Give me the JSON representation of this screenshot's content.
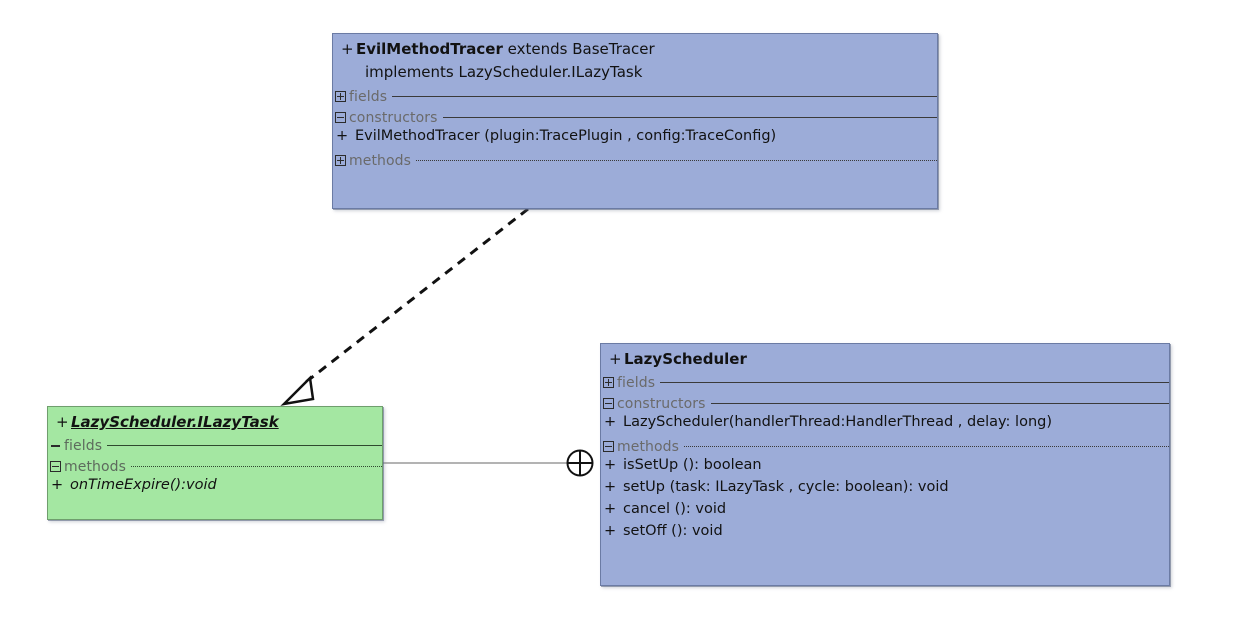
{
  "diagram": {
    "type": "uml-class-diagram",
    "background": "#ffffff",
    "colors": {
      "class_fill": "#9cacd8",
      "class_border": "#6b7ba4",
      "interface_fill": "#a4e7a2",
      "interface_border": "#6f9e6d",
      "section_label": "#6a6a6a",
      "text": "#121212",
      "association_line": "#9a9a9a",
      "realization_line": "#111111"
    }
  },
  "classes": {
    "evil_method_tracer": {
      "visibility": "+",
      "name": "EvilMethodTracer",
      "extends_text": "extends  BaseTracer",
      "implements_text": "implements  LazyScheduler.ILazyTask",
      "sections": [
        {
          "label": "fields",
          "toggle": "plus",
          "rule": "solid",
          "members": []
        },
        {
          "label": "constructors",
          "toggle": "minus",
          "rule": "solid",
          "members": [
            {
              "visibility": "+",
              "signature": "EvilMethodTracer (plugin:TracePlugin ,  config:TraceConfig)"
            }
          ]
        },
        {
          "label": "methods",
          "toggle": "plus",
          "rule": "dotted",
          "members": []
        }
      ]
    },
    "lazy_scheduler": {
      "visibility": "+",
      "name": "LazyScheduler",
      "sections": [
        {
          "label": "fields",
          "toggle": "plus",
          "rule": "solid",
          "members": []
        },
        {
          "label": "constructors",
          "toggle": "minus",
          "rule": "solid",
          "members": [
            {
              "visibility": "+",
              "signature": "LazyScheduler(handlerThread:HandlerThread ,  delay: long)"
            }
          ]
        },
        {
          "label": "methods",
          "toggle": "minus",
          "rule": "dotted",
          "members": [
            {
              "visibility": "+",
              "signature": "isSetUp (): boolean"
            },
            {
              "visibility": "+",
              "signature": "setUp (task: ILazyTask ,  cycle: boolean): void"
            },
            {
              "visibility": "+",
              "signature": "cancel (): void"
            },
            {
              "visibility": "+",
              "signature": "setOff (): void"
            }
          ]
        }
      ]
    },
    "lazy_task_interface": {
      "visibility": "+",
      "name": "LazyScheduler.ILazyTask",
      "sections": [
        {
          "label": "fields",
          "toggle": "dash",
          "rule": "solid",
          "members": []
        },
        {
          "label": "methods",
          "toggle": "minus",
          "rule": "dotted",
          "members": [
            {
              "visibility": "+",
              "signature": "onTimeExpire():void"
            }
          ]
        }
      ]
    }
  },
  "relationships": [
    {
      "name": "realization",
      "from": "EvilMethodTracer",
      "to": "LazyScheduler.ILazyTask",
      "style": "dashed",
      "arrowhead": "hollow-triangle"
    },
    {
      "name": "nested-containment",
      "from": "LazyScheduler",
      "to": "LazyScheduler.ILazyTask",
      "style": "solid",
      "endpoint_symbol": "circle-plus"
    }
  ]
}
